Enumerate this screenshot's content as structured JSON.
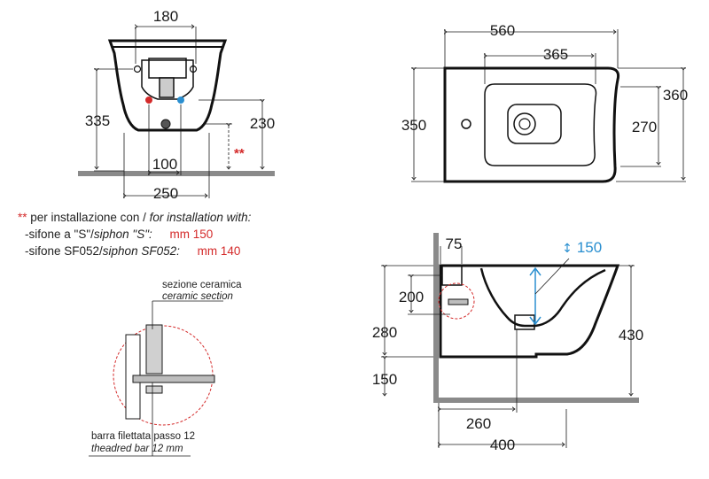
{
  "front_view": {
    "dim_top": "180",
    "dim_left": "335",
    "dim_right": "230",
    "dim_bottom_inner": "100",
    "dim_bottom_outer": "250",
    "asterisks": "**"
  },
  "top_view": {
    "dim_top_outer": "560",
    "dim_top_inner": "365",
    "dim_left": "350",
    "dim_right_outer": "360",
    "dim_right_inner": "270"
  },
  "side_view": {
    "dim_top_small": "75",
    "dim_blue": "150",
    "dim_200": "200",
    "dim_280": "280",
    "dim_430": "430",
    "dim_150": "150",
    "dim_260": "260",
    "dim_400": "400"
  },
  "notes": {
    "marker": "**",
    "line1_it": "per installazione con / ",
    "line1_en": "for installation with:",
    "line2_it": "-sifone a \"S\"/",
    "line2_en": "siphon \"S\":",
    "line2_val": "mm 150",
    "line3_it": "-sifone SF052/",
    "line3_en": "siphon SF052:",
    "line3_val": "mm 140"
  },
  "detail": {
    "label_top_it": "sezione ceramica",
    "label_top_en": "ceramic section",
    "label_bottom_it": "barra filettata passo 12",
    "label_bottom_en": "theadred bar 12 mm"
  },
  "colors": {
    "line": "#1a1a1a",
    "floor": "#8a8a8a",
    "wall": "#8a8a8a",
    "red": "#d42a2a",
    "blue": "#2a8fd0"
  }
}
